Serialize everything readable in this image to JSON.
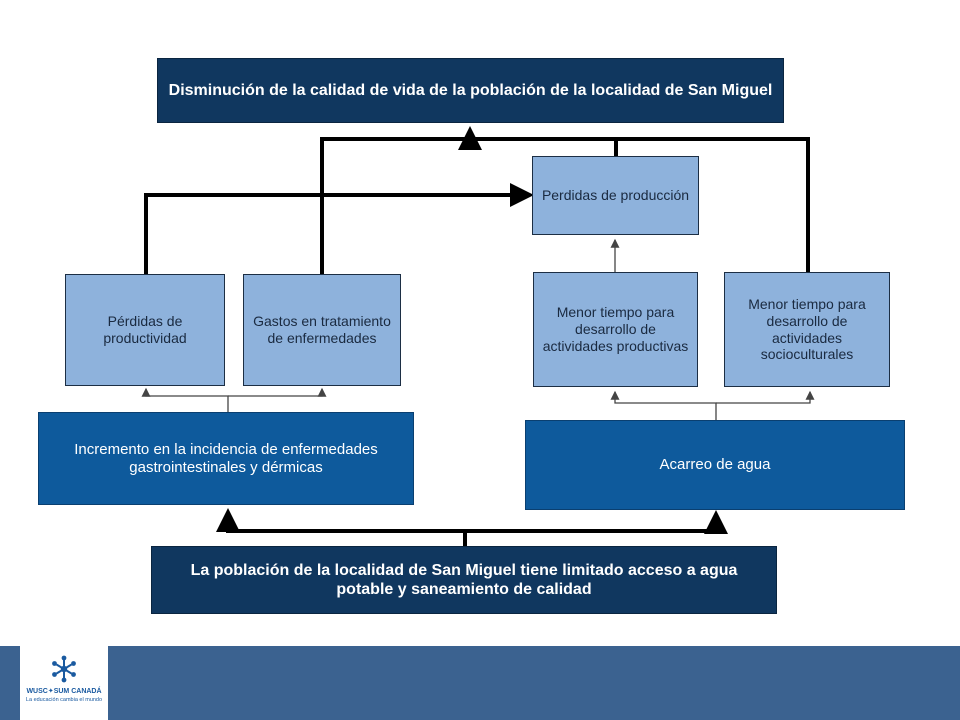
{
  "diagram": {
    "effect_top": "Disminución de la calidad de vida de la población de la localidad de San Miguel",
    "perdidas_produccion": "Perdidas de producción",
    "perdidas_productividad": "Pérdidas de productividad",
    "gastos_tratamiento": "Gastos en tratamiento de enfermedades",
    "menor_tiempo_productivas": "Menor tiempo para desarrollo de actividades productivas",
    "menor_tiempo_socioculturales": "Menor tiempo para desarrollo de actividades socioculturales",
    "incremento_incidencia": "Incremento en la incidencia de enfermedades gastrointestinales y dérmicas",
    "acarreo_agua": "Acarreo de agua",
    "problema_central": "La población de la localidad de San Miguel tiene limitado acceso a agua potable y saneamiento de calidad"
  },
  "footer": {
    "logo_name": "WUSC✦SUM CANADÁ",
    "logo_tagline": "La educación cambia el mundo",
    "logo_icon": "snowflake-people-icon",
    "bar_color": "#3b6290"
  },
  "colors": {
    "dark_box": "#10375f",
    "mid_box": "#0e5a9c",
    "light_box": "#8eb2dc"
  }
}
